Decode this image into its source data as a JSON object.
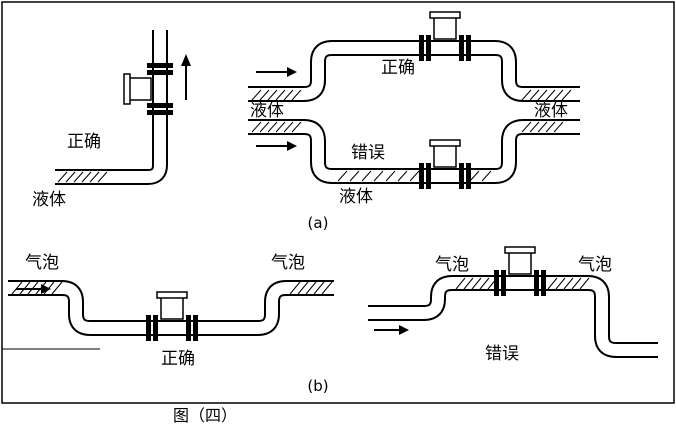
{
  "colors": {
    "ink": "#000000",
    "background": "#ffffff"
  },
  "fig": {
    "caption": "图（四）",
    "a": {
      "tag": "(a)",
      "vertical": {
        "correct": "正确",
        "liquid": "液体"
      },
      "loops": {
        "correct": "正确",
        "wrong": "错误",
        "liquid_in": "液体",
        "liquid_out": "液体",
        "liquid_low": "液体"
      }
    },
    "b": {
      "tag": "(b)",
      "dip": {
        "bubble_in": "气泡",
        "bubble_out": "气泡",
        "verdict": "正确"
      },
      "hump": {
        "bubble_in": "气泡",
        "bubble_out": "气泡",
        "verdict": "错误"
      }
    }
  }
}
